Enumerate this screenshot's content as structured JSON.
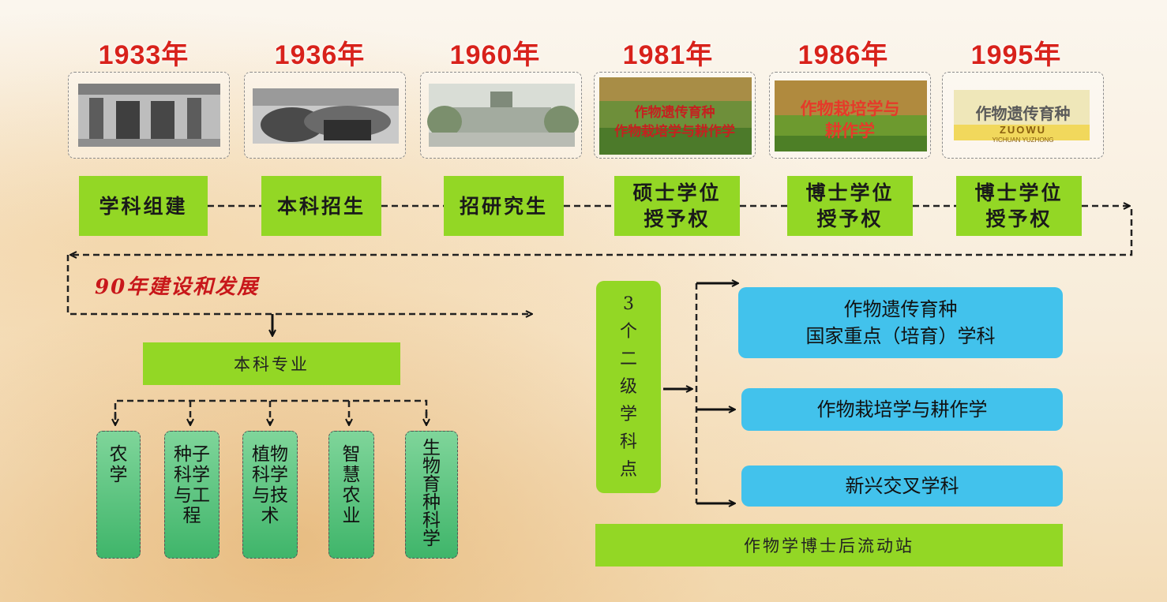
{
  "timeline": [
    {
      "year": "1933年",
      "milestone": "学科组建"
    },
    {
      "year": "1936年",
      "milestone": "本科招生"
    },
    {
      "year": "1960年",
      "milestone": "招研究生"
    },
    {
      "year": "1981年",
      "milestone": "硕士学位\n授予权"
    },
    {
      "year": "1986年",
      "milestone": "博士学位\n授予权"
    },
    {
      "year": "1995年",
      "milestone": "博士学位\n授予权"
    }
  ],
  "photo_captions": {
    "p1981_line1": "作物遗传育种",
    "p1981_line2": "作物栽培学与耕作学",
    "p1986_line1": "作物栽培学与",
    "p1986_line2": "耕作学",
    "p1995_line1": "作物遗传育种",
    "p1995_line2": "ZUOWU",
    "p1995_line3": "YICHUAN YUZHONG"
  },
  "subtitle": "90年建设和发展",
  "undergrad": {
    "title": "本科专业",
    "majors": [
      "农\n学",
      "种子\n科学\n与工\n程",
      "植物\n科学\n与技\n术",
      "智\n慧\n农\n业",
      "生\n物\n育\n种\n科\n学"
    ]
  },
  "secondary": {
    "label": [
      "3",
      "个",
      "二",
      "级",
      "学",
      "科",
      "点"
    ],
    "items": [
      "作物遗传育种\n国家重点（培育）学科",
      "作物栽培学与耕作学",
      "新兴交叉学科"
    ]
  },
  "postdoc": "作物学博士后流动站",
  "colors": {
    "year": "#d8221b",
    "green": "#93d725",
    "blue": "#42c2ec",
    "major": "#4dbb73"
  }
}
